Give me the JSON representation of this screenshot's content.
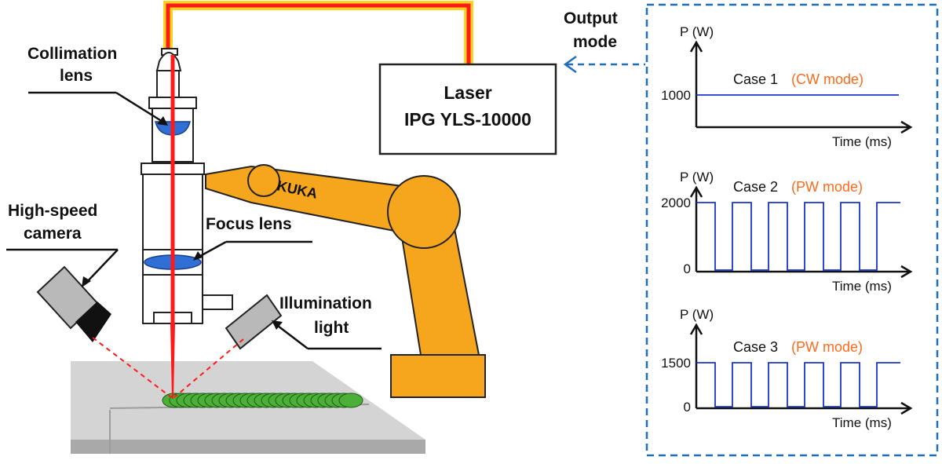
{
  "labels": {
    "collimation_lens": [
      "Collimation",
      "lens"
    ],
    "focus_lens": "Focus lens",
    "high_speed_camera": [
      "High-speed",
      "camera"
    ],
    "illumination_light": [
      "Illumination",
      "light"
    ],
    "output_mode": [
      "Output",
      "mode"
    ],
    "robot_brand": "KUKA"
  },
  "laser_box": {
    "line1": "Laser",
    "line2": "IPG YLS-10000"
  },
  "colors": {
    "robot": "#f6a61c",
    "fiber": "#ff1a1a",
    "fiber_sheath": "#ffd21f",
    "lens": "#2f6fd6",
    "seam": "#4caf38",
    "dashed_frame": "#1f6fb8",
    "signal": "#1a35c8",
    "mode_text": "#ff6a1a"
  },
  "chart_data": [
    {
      "type": "line",
      "ylabel": "P (W)",
      "xlabel": "Time (ms)",
      "case_label": "Case 1",
      "mode_label": "(CW mode)",
      "yticks": [
        "1000"
      ],
      "level": 1000,
      "waveform": "constant"
    },
    {
      "type": "line",
      "ylabel": "P (W)",
      "xlabel": "Time (ms)",
      "case_label": "Case 2",
      "mode_label": "(PW mode)",
      "yticks": [
        "2000",
        "0"
      ],
      "level": 2000,
      "waveform": "pulsed",
      "pulses": 6
    },
    {
      "type": "line",
      "ylabel": "P (W)",
      "xlabel": "Time (ms)",
      "case_label": "Case 3",
      "mode_label": "(PW mode)",
      "yticks": [
        "1500",
        "0"
      ],
      "level": 1500,
      "waveform": "pulsed",
      "pulses": 6
    }
  ]
}
